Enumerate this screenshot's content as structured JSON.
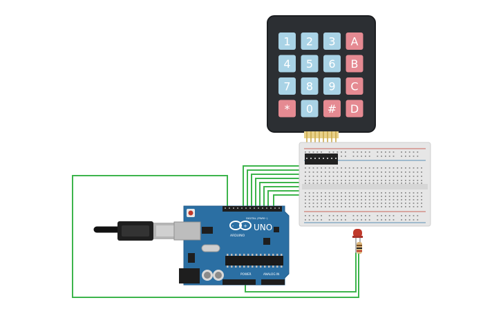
{
  "keypad": {
    "rows": [
      [
        {
          "label": "1",
          "kind": "digit"
        },
        {
          "label": "2",
          "kind": "digit"
        },
        {
          "label": "3",
          "kind": "digit"
        },
        {
          "label": "A",
          "kind": "letter"
        }
      ],
      [
        {
          "label": "4",
          "kind": "digit"
        },
        {
          "label": "5",
          "kind": "digit"
        },
        {
          "label": "6",
          "kind": "digit"
        },
        {
          "label": "B",
          "kind": "letter"
        }
      ],
      [
        {
          "label": "7",
          "kind": "digit"
        },
        {
          "label": "8",
          "kind": "digit"
        },
        {
          "label": "9",
          "kind": "digit"
        },
        {
          "label": "C",
          "kind": "letter"
        }
      ],
      [
        {
          "label": "*",
          "kind": "letter"
        },
        {
          "label": "0",
          "kind": "digit"
        },
        {
          "label": "#",
          "kind": "letter"
        },
        {
          "label": "D",
          "kind": "letter"
        }
      ]
    ],
    "colors": {
      "digit": "#a9d3e6",
      "letter": "#e58a92",
      "frame": "#2c2f33",
      "text": "#ffffff"
    }
  },
  "arduino": {
    "logo_text": "UNO",
    "brand_text": "ARDUINO",
    "digital_label": "DIGITAL (PWM~)",
    "power_label": "POWER",
    "analog_label": "ANALOG IN",
    "board_color": "#2b6fa3"
  },
  "wire_color": "#3cb44b",
  "led_color": "#c0392b"
}
